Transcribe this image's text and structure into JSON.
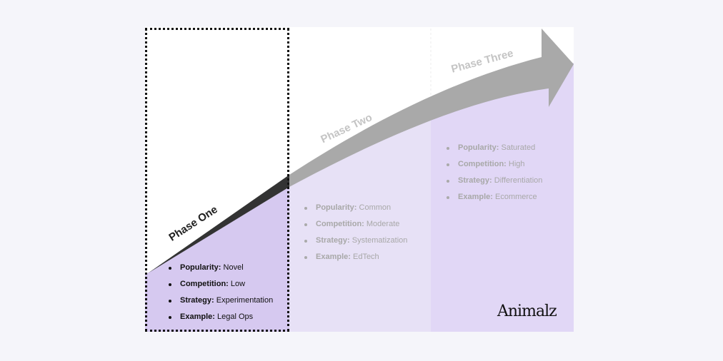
{
  "phases": [
    {
      "title": "Phase One",
      "items": [
        [
          "Popularity:",
          "Novel"
        ],
        [
          "Competition:",
          "Low"
        ],
        [
          "Strategy:",
          "Experimentation"
        ],
        [
          "Example:",
          "Legal Ops"
        ]
      ]
    },
    {
      "title": "Phase Two",
      "items": [
        [
          "Popularity:",
          "Common"
        ],
        [
          "Competition:",
          "Moderate"
        ],
        [
          "Strategy:",
          "Systematization"
        ],
        [
          "Example:",
          "EdTech"
        ]
      ]
    },
    {
      "title": "Phase Three",
      "items": [
        [
          "Popularity:",
          "Saturated"
        ],
        [
          "Competition:",
          "High"
        ],
        [
          "Strategy:",
          "Differentiation"
        ],
        [
          "Example:",
          "Ecommerce"
        ]
      ]
    }
  ],
  "logo": "Animalz",
  "colors": {
    "col1": "#d6c9f0",
    "col2": "#e7e1f6",
    "col3": "#e1d7f6",
    "arrow": "#a9a9a9",
    "arrow_dark": "#333333"
  }
}
